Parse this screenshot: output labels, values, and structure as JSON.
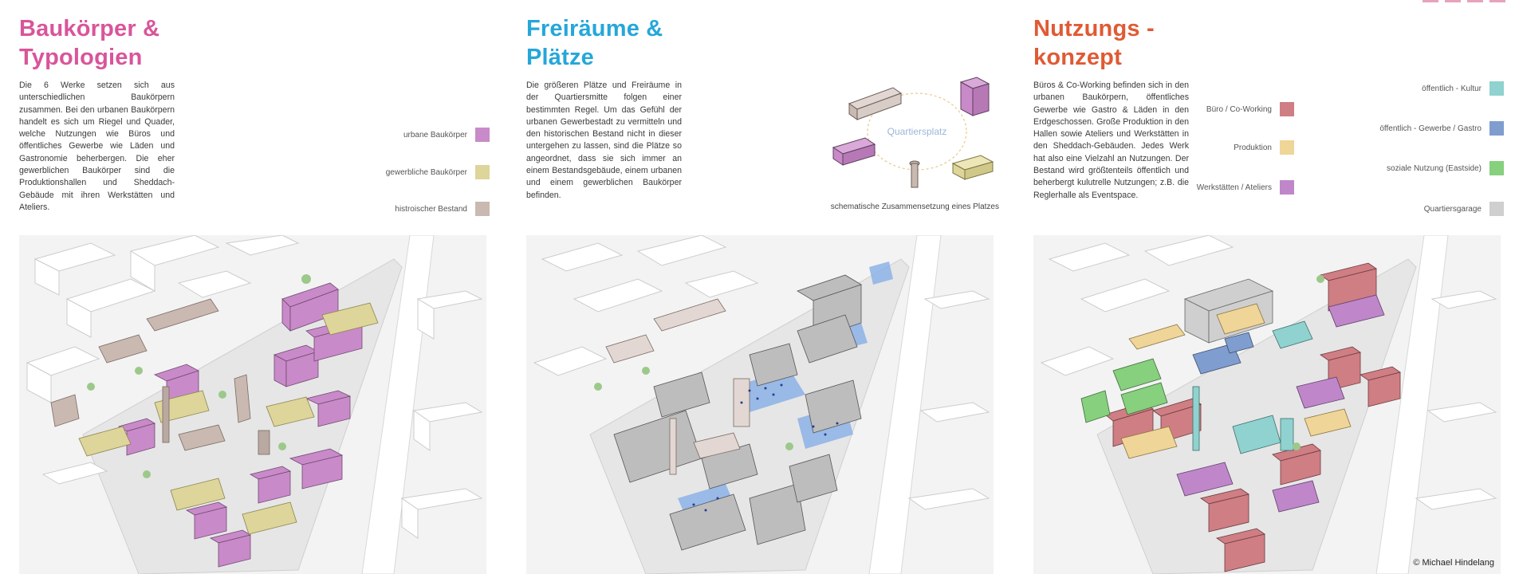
{
  "colors": {
    "title1": "#d9559a",
    "title2": "#25a7d9",
    "title3": "#e05a34",
    "urban": "#c98ac9",
    "commercial": "#ddd59a",
    "historic": "#c9b9b1",
    "office": "#cf7e84",
    "production": "#efd598",
    "workshops": "#bf87c9",
    "culture": "#8fd2cf",
    "trade": "#7f9dcf",
    "social": "#86d07e",
    "garage": "#cfcfcf",
    "plaza": "#8cb2e6"
  },
  "panel1": {
    "title_line1": "Baukörper &",
    "title_line2": "Typologien",
    "body": "Die 6 Werke setzen sich aus unterschiedlichen Baukörpern zusammen. Bei den urbanen Baukörpern handelt es sich um Riegel und Quader, welche Nutzungen wie Büros und öffentliches Gewerbe wie Läden und Gastronomie beherbergen. Die eher gewerblichen Baukörper sind die Produktionshallen und Sheddach-Gebäude mit ihren Werkstätten und Ateliers.",
    "legend": [
      "urbane Baukörper",
      "gewerbliche Baukörper",
      "histroischer Bestand"
    ]
  },
  "panel2": {
    "title_line1": "Freiräume &",
    "title_line2": "Plätze",
    "body": "Die größeren Plätze und Freiräume in der Quartiersmitte folgen einer bestimmten Regel. Um das Gefühl der urbanen Gewerbestadt zu vermitteln und den historischen Bestand nicht in dieser untergehen zu lassen, sind die Plätze so angeordnet, dass sie sich immer an einem Bestandsgebäude, einem urbanen und einem gewerblichen Baukörper befinden.",
    "schema_label": "Quartiersplatz",
    "schema_caption": "schematische Zusammensetzung eines Platzes"
  },
  "panel3": {
    "title_line1": "Nutzungs -",
    "title_line2": "konzept",
    "body": "Büros & Co-Working befinden sich in den urbanen Baukörpern, öffentliches Gewerbe wie Gastro & Läden in den Erdgeschossen. Große Produktion in den Hallen sowie Ateliers und Werkstätten in den Sheddach-Gebäuden. Jedes Werk hat also eine Vielzahl an Nutzungen. Der Bestand wird größtenteils öffentlich und beherbergt kulutrelle Nutzungen; z.B. die Reglerhalle als Eventspace.",
    "legend_left": [
      "Büro / Co-Working",
      "Produktion",
      "Werkstätten / Ateliers"
    ],
    "legend_right": [
      "öffentlich - Kultur",
      "öffentlich - Gewerbe / Gastro",
      "soziale Nutzung (Eastside)",
      "Quartiersgarage"
    ]
  },
  "credit": "© Michael Hindelang"
}
